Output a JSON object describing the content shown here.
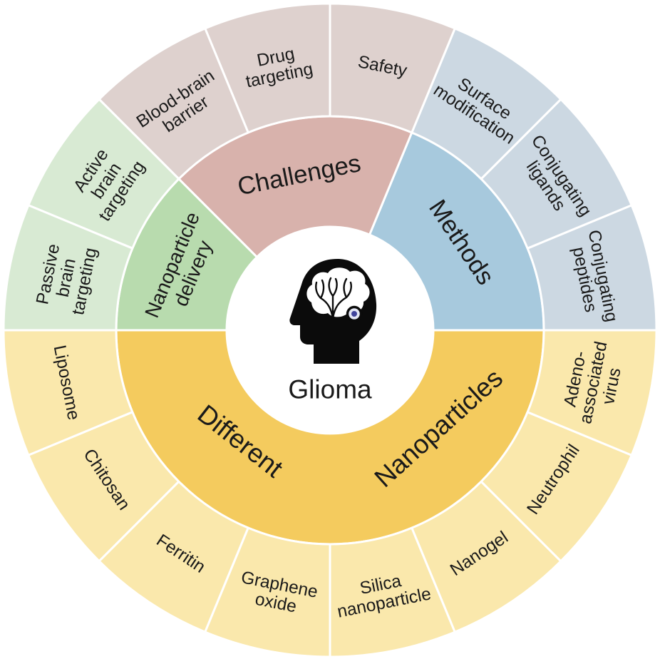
{
  "palette": {
    "background": "#ffffff",
    "text": "#1a1a1a",
    "challenges_inner": "#d8b2ac",
    "challenges_outer": "#ded1ce",
    "methods_inner": "#a7c9dd",
    "methods_outer": "#ccd8e2",
    "delivery_inner": "#b8dbae",
    "delivery_outer": "#d8ead3",
    "nanoparticles_inner": "#f4cb5e",
    "nanoparticles_outer": "#fae8ac",
    "icon_black": "#0b0b0b",
    "tumor_ring_fill": "#e3e6f4",
    "tumor_dot": "#3f439b"
  },
  "wheel": {
    "center": {
      "label": "Glioma",
      "icon": "brain-head-glioma-icon"
    },
    "segments": [
      {
        "label": "Methods",
        "inner_color": "#a7c9dd",
        "outer_color": "#ccd8e2",
        "start": 0,
        "end": 67.5,
        "title_labels": [
          {
            "lines": [
              "Methods"
            ],
            "angle": 33.75,
            "radius": 222,
            "size": 35
          }
        ],
        "children": [
          {
            "label": "Conjugating peptides",
            "lines": [
              "Conjugating",
              "peptides"
            ]
          },
          {
            "label": "Conjugating ligands",
            "lines": [
              "Conjugating",
              "ligands"
            ]
          },
          {
            "label": "Surface modification",
            "lines": [
              "Surface",
              "modification"
            ]
          }
        ]
      },
      {
        "label": "Challenges",
        "inner_color": "#d8b2ac",
        "outer_color": "#ded1ce",
        "start": 67.5,
        "end": 135,
        "title_labels": [
          {
            "lines": [
              "Challenges"
            ],
            "angle": 101.25,
            "radius": 222,
            "size": 35
          }
        ],
        "children": [
          {
            "label": "Safety",
            "lines": [
              "Safety"
            ]
          },
          {
            "label": "Drug targeting",
            "lines": [
              "Drug",
              "targeting"
            ]
          },
          {
            "label": "Blood-brain barrier",
            "lines": [
              "Blood-brain",
              "barrier"
            ]
          }
        ]
      },
      {
        "label": "Nanoparticle delivery",
        "inner_color": "#b8dbae",
        "outer_color": "#d8ead3",
        "start": 135,
        "end": 180,
        "title_labels": [
          {
            "lines": [
              "Nanoparticle",
              "delivery"
            ],
            "angle": 157.5,
            "radius": 224,
            "size": 28
          }
        ],
        "children": [
          {
            "label": "Active brain targeting",
            "lines": [
              "Active",
              "brain",
              "targeting"
            ]
          },
          {
            "label": "Passive brain targeting",
            "lines": [
              "Passive",
              "brain",
              "targeting"
            ]
          }
        ]
      },
      {
        "label": "Different Nanoparticles",
        "inner_color": "#f4cb5e",
        "outer_color": "#fae8ac",
        "start": 180,
        "end": 360,
        "title_labels": [
          {
            "lines": [
              "Different"
            ],
            "angle": 231,
            "radius": 200,
            "size": 37,
            "rotate": 38
          },
          {
            "lines": [
              "Nanoparticles"
            ],
            "angle": 318,
            "radius": 205,
            "size": 37,
            "rotate": -42
          }
        ],
        "children": [
          {
            "label": "Liposome",
            "lines": [
              "Liposome"
            ]
          },
          {
            "label": "Chitosan",
            "lines": [
              "Chitosan"
            ]
          },
          {
            "label": "Ferritin",
            "lines": [
              "Ferritin"
            ]
          },
          {
            "label": "Graphene oxide",
            "lines": [
              "Graphene",
              "oxide"
            ]
          },
          {
            "label": "Silica nanoparticle",
            "lines": [
              "Silica",
              "nanoparticle"
            ]
          },
          {
            "label": "Nanogel",
            "lines": [
              "Nanogel"
            ]
          },
          {
            "label": "Neutrophil",
            "lines": [
              "Neutrophil"
            ]
          },
          {
            "label": "Adeno-associated virus",
            "lines": [
              "Adeno-",
              "associated",
              "virus"
            ]
          }
        ]
      }
    ]
  }
}
